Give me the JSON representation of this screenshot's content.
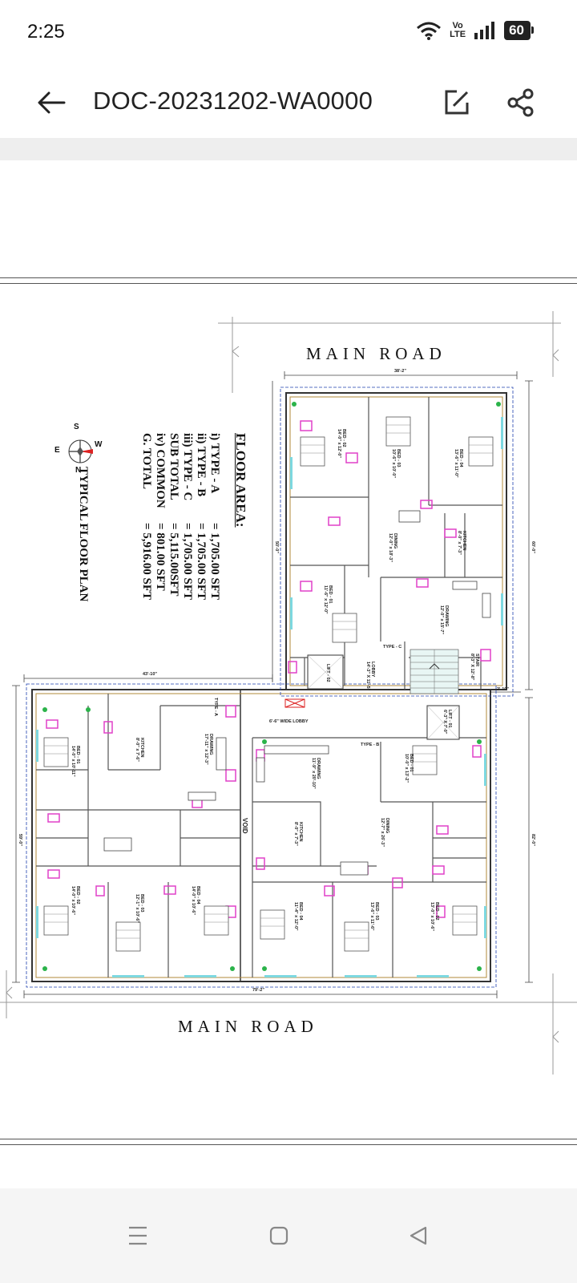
{
  "status_bar": {
    "time": "2:25",
    "volte_top": "Vo",
    "volte_bottom": "LTE",
    "battery": "60"
  },
  "app_bar": {
    "title": "DOC-20231202-WA0000",
    "back_icon": "arrow-left-icon",
    "edit_icon": "edit-icon",
    "share_icon": "share-icon"
  },
  "drawing": {
    "road_top": "MAIN ROAD",
    "road_bottom": "MAIN ROAD",
    "floor_area": {
      "title": "FLOOR AREA:",
      "rows": [
        {
          "label": "i) TYPE - A",
          "value": "= 1,705.00 SFT"
        },
        {
          "label": "ii) TYPE - B",
          "value": "= 1,705.00 SFT"
        },
        {
          "label": "iii) TYPE - C",
          "value": "= 1,705.00 SFT"
        },
        {
          "label": "SUB TOTAL",
          "value": "= 5,115.00SFT"
        },
        {
          "label": "iv) COMMON",
          "value": "= 801.00 SFT"
        },
        {
          "label": "G. TOTAL",
          "value": "= 5,916.00 SFT"
        }
      ]
    },
    "plan_title": "TYPICAL FLOOR PLAN",
    "compass": {
      "n": "N",
      "s": "S",
      "e": "E",
      "w": "W"
    },
    "rooms": {
      "bed_c1": "BED - 01\n11'-6\" x 12'-0\"",
      "bed_c2": "BED - 02\n14'-0\" x 12'-0\"",
      "bed_c3": "BED - 03\n10'-6\" x 10'-0\"",
      "bed_c4": "BED - 04\n13'-6\" x 11'-0\"",
      "dining_c": "DINING\n12'-0\" x 18'-3\"",
      "drawing_c": "DRAWING\n12'-0\" x 15'-7\"",
      "kitchen_c": "KITCHEN\n8'-0\" x 7'-3\"",
      "type_c": "TYPE - C",
      "type_a": "TYPE - A",
      "type_b": "TYPE - B",
      "lobby": "LOBBY\n14'-3\" X 11'-5\"",
      "wide_lobby": "6'-6\" WIDE LOBBY",
      "stair": "STAIR\n8'-3\" X 12'-8\"",
      "lift1": "LIFT - 01\n6'-3\" X 7'-0\"",
      "lift2": "LIFT - 02",
      "void": "VOID",
      "bed_a1": "BED - 01\n14'-0\" x 10'-11\"",
      "bed_a2": "BED - 02\n14'-0\" x 10'-6\"",
      "bed_a3": "BED - 03\n12'-1\" x 10'-6\"",
      "bed_a4": "BED - 04\n14'-0\" x 10'-6\"",
      "kitchen_a": "KITCHEN\n8'-0\" x 7'-6\"",
      "drawing_a": "DRAWING\n17'-11\" x 12'-3\"",
      "drawing_b": "DRAWING\n11'-9\" x 20'-10\"",
      "kitchen_b": "KITCHEN\n8'-0\" x 7'-3\"",
      "dining_b": "DINING\n12'-7\" x 26'-3\"",
      "bed_b1": "BED - 01\n10'-0\" x 13'-2\"",
      "bed_b2": "BED - 02\n13'-0\" x 10'-6\"",
      "bed_b3": "BED - 03\n13'-6\" x 11'-6\"",
      "bed_b4": "BED - 04\n11'-4\" x 12'-0\""
    },
    "dims": {
      "top_width": "38'-2\"",
      "left_width": "43'-10\"",
      "bottom_width": "79'-2\"",
      "right_height": "60'-0\"",
      "left_height": "59'-0\"",
      "mid_height": "50'-0\"",
      "small_right": "2'-10\"",
      "far_right": "82'-0\""
    }
  },
  "nav_bar": {
    "recents": "recents-icon",
    "home": "home-icon",
    "back": "back-triangle-icon"
  }
}
